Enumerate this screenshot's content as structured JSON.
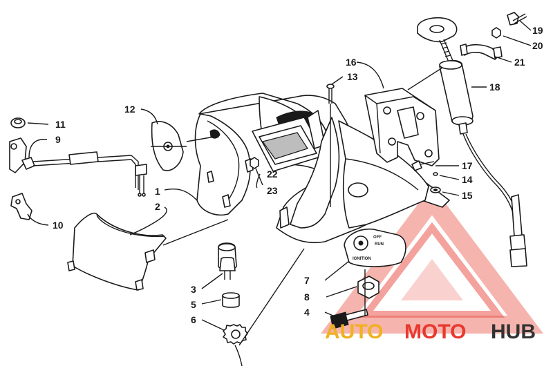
{
  "callouts": [
    "1",
    "2",
    "3",
    "4",
    "5",
    "6",
    "7",
    "8",
    "9",
    "10",
    "11",
    "12",
    "13",
    "14",
    "15",
    "16",
    "17",
    "18",
    "19",
    "20",
    "21",
    "22",
    "23"
  ],
  "switch_labels": {
    "off": "OFF",
    "run": "RUN",
    "ignition": "IGNITION"
  },
  "watermark": {
    "part1": "AUTO",
    "part2": "MOTO",
    "part3": "HUB",
    "color_primary": "#e8392f",
    "color_secondary": "#f7b6b0",
    "color_gold": "#f0b020",
    "color_dark": "#333333"
  }
}
